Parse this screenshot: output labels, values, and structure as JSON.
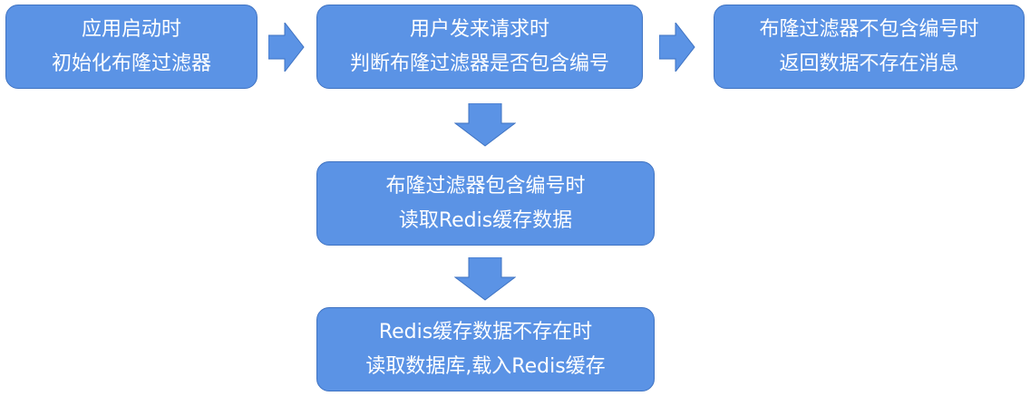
{
  "colors": {
    "box_fill": "#5b93e5",
    "box_border": "#3f73c2",
    "arrow_fill": "#5b93e5",
    "text": "#ffffff"
  },
  "steps": {
    "app_start": {
      "line1": "应用启动时",
      "line2": "初始化布隆过滤器"
    },
    "user_request": {
      "line1": "用户发来请求时",
      "line2": "判断布隆过滤器是否包含编号"
    },
    "not_contains": {
      "line1": "布隆过滤器不包含编号时",
      "line2": "返回数据不存在消息"
    },
    "contains": {
      "line1": "布隆过滤器包含编号时",
      "line2": "读取Redis缓存数据"
    },
    "redis_miss": {
      "line1": "Redis缓存数据不存在时",
      "line2": "读取数据库,载入Redis缓存"
    }
  },
  "arrows": [
    {
      "name": "arrow-start-to-request",
      "direction": "right"
    },
    {
      "name": "arrow-request-to-not-contains",
      "direction": "right"
    },
    {
      "name": "arrow-request-to-contains",
      "direction": "down"
    },
    {
      "name": "arrow-contains-to-redis-miss",
      "direction": "down"
    }
  ]
}
